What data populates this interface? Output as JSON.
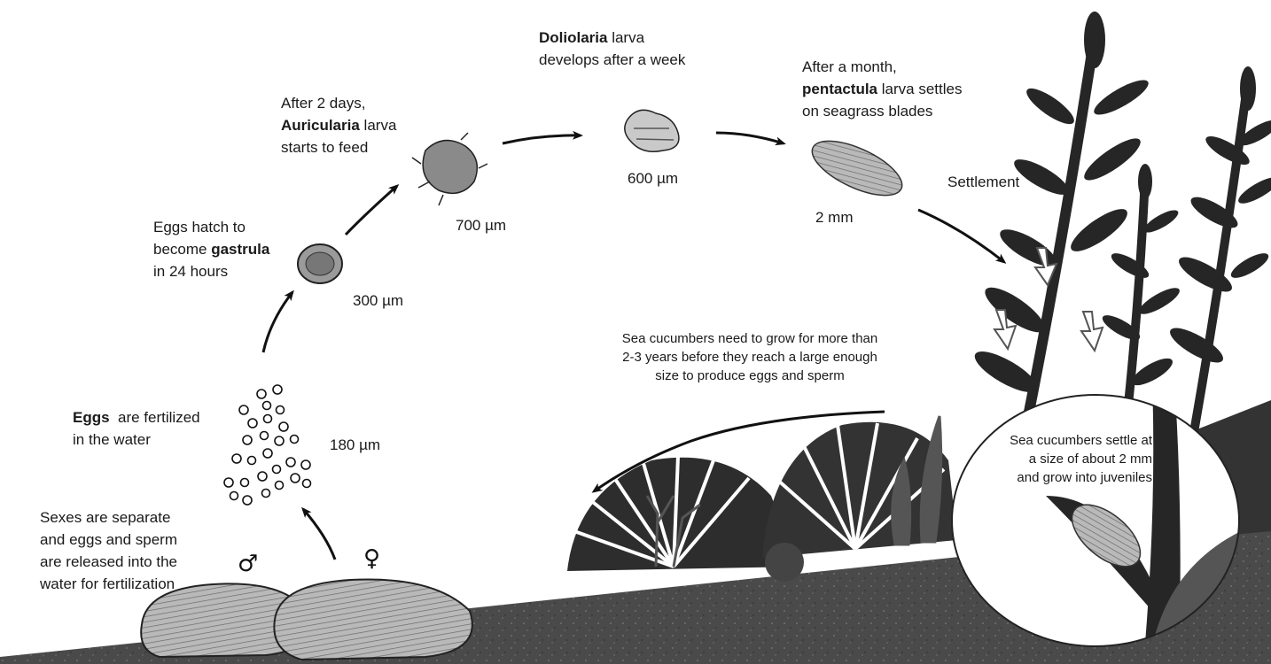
{
  "stages": {
    "release": {
      "lines": [
        "Sexes are separate",
        "and eggs and sperm",
        "are released into the",
        "water for fertilization"
      ],
      "male_symbol": "♂",
      "female_symbol": "♀"
    },
    "eggs": {
      "bold": "Eggs",
      "line1_rest": "are fertilized",
      "line2": "in the water",
      "size": "180 µm"
    },
    "gastrula": {
      "line1": "Eggs hatch to",
      "line2_pre": "become",
      "bold": "gastrula",
      "line3": "in 24 hours",
      "size": "300 µm"
    },
    "auricularia": {
      "line1": "After 2 days,",
      "bold": "Auricularia",
      "line2_rest": "larva",
      "line3": "starts to feed",
      "size": "700 µm"
    },
    "doliolaria": {
      "bold": "Doliolaria",
      "line1_rest": "larva",
      "line2": "develops after a week",
      "size": "600 µm"
    },
    "pentactula": {
      "line1": "After a month,",
      "bold": "pentactula",
      "line2_rest": "larva settles",
      "line3": "on seagrass blades",
      "size": "2 mm"
    },
    "settlement": {
      "label": "Settlement"
    },
    "growth": {
      "lines": [
        "Sea cucumbers need to grow for more than",
        "2-3 years before they reach a large enough",
        "size to produce eggs and sperm"
      ]
    },
    "juvenile": {
      "lines": [
        "Sea cucumbers settle at",
        "a size of about 2 mm",
        "and grow into juveniles"
      ]
    }
  }
}
